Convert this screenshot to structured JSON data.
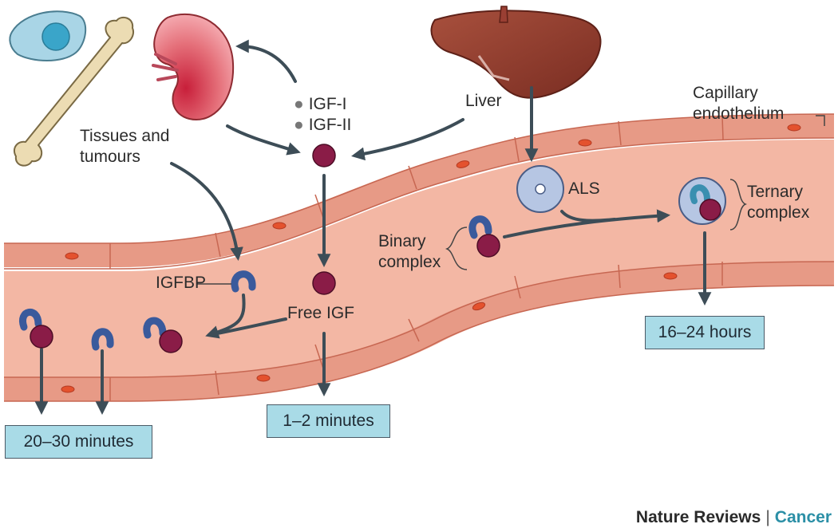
{
  "labels": {
    "tissues_tumours": [
      "Tissues and",
      "tumours"
    ],
    "igf1": "IGF-I",
    "igf2": "IGF-II",
    "liver": "Liver",
    "capillary_endothelium": [
      "Capillary",
      "endothelium"
    ],
    "als": "ALS",
    "ternary_complex": [
      "Ternary",
      "complex"
    ],
    "binary_complex": [
      "Binary",
      "complex"
    ],
    "igfbp": "IGFBP",
    "free_igf": "Free IGF"
  },
  "half_lives": {
    "binary": "20–30 minutes",
    "free": "1–2 minutes",
    "ternary": "16–24 hours"
  },
  "footer": {
    "publisher": "Nature Reviews",
    "separator": "|",
    "journal": "Cancer"
  },
  "colors": {
    "vessel": "#f3b7a4",
    "vessel_edge": "#d9806a",
    "igf": "#8a1c47",
    "igfbp": "#3a5a9c",
    "als": "#b6c6e3",
    "arrow": "#3d4d57",
    "box": "#a9dbe7"
  }
}
